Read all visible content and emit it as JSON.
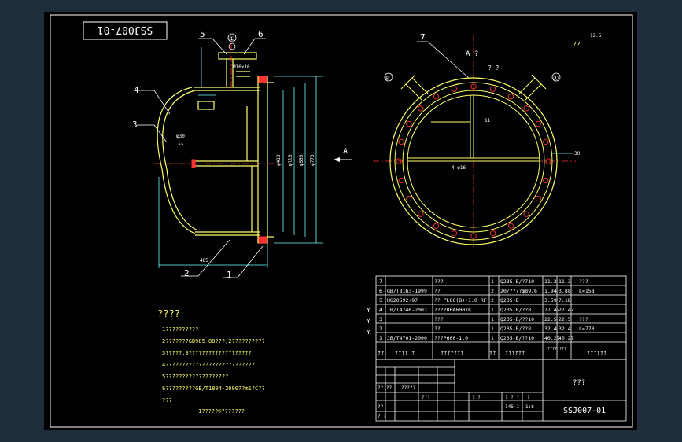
{
  "drawing_no": "SSJ007-01",
  "title_block_name": "???",
  "view_a_label": "A  ?",
  "view_a_sub": "? ?",
  "arrow_a": "A",
  "roughness": "??",
  "roughness_val": "12.5",
  "nozzle_a": "®",
  "nozzle_b": "①",
  "callouts": [
    "1",
    "2",
    "3",
    "4",
    "5",
    "6",
    "7"
  ],
  "dims": {
    "d1": "??",
    "d2": "φ30",
    "d3": "φ410",
    "d4": "φll0",
    "d5": "φ550",
    "d6": "φ770",
    "d7": "485",
    "d8": "M16x16",
    "d9": "30",
    "d10": "??",
    "d11": "11",
    "d12": "4-φ16"
  },
  "notes_title": "????",
  "notes": [
    "1??????????",
    "2???????GB985-88???,2??????????",
    "3?????,3???????????????????",
    "4???????????????????????????",
    "5???????????????????",
    "6?????????GB/T1804-2000??m1?C??",
    "???"
  ],
  "notes_footer": "1?????©???????",
  "bom": [
    {
      "no": "7",
      "std": "",
      "name": "???",
      "qty": "1",
      "mat": "Q235-B/?710",
      "w1": "11.3",
      "w2": "11.3",
      "rem": "???"
    },
    {
      "no": "6",
      "std": "GB/T8163-1999",
      "name": "??",
      "qty": "2",
      "mat": "20/????φ8976",
      "w1": "1.94",
      "w2": "3.88",
      "rem": "L=158"
    },
    {
      "no": "5",
      "std": "HG20592-97",
      "name": "?? PL80(B)-1.0 RF",
      "qty": "2",
      "mat": "Q235-B",
      "w1": "3.59",
      "w2": "7.18",
      "rem": ""
    },
    {
      "no": "4",
      "std": "JB/T4746-2002",
      "name": "????DHA60078",
      "qty": "1",
      "mat": "Q235-B/??8",
      "w1": "27.47",
      "w2": "27.47",
      "rem": ""
    },
    {
      "no": "3",
      "std": "",
      "name": "???",
      "qty": "1",
      "mat": "Q235-B/??10",
      "w1": "22.5",
      "w2": "22.5",
      "rem": "???"
    },
    {
      "no": "2",
      "std": "",
      "name": "??",
      "qty": "1",
      "mat": "Q235-B/??8",
      "w1": "32.4",
      "w2": "32.4",
      "rem": "L=770"
    },
    {
      "no": "1",
      "std": "JB/T4701-2000",
      "name": "???P600-1.0",
      "qty": "1",
      "mat": "Q235-B/??10",
      "w1": "40.27",
      "w2": "40.27",
      "rem": ""
    }
  ],
  "bom_header": {
    "no": "??",
    "std": "???? ?",
    "name": "???????",
    "qty": "??",
    "mat": "??????",
    "w": "???? ???",
    "rem": "??????"
  },
  "title_small": {
    "scale": "1:6",
    "count": "145 1",
    "h1": "?? ??",
    "h2": "?????",
    "h3": "???",
    "r1": "? ?",
    "r2": "??",
    "r3": "? ? ?",
    "r4": "?",
    "r5": "? ?"
  },
  "side_marks": [
    "Y",
    "Y",
    "Y"
  ]
}
